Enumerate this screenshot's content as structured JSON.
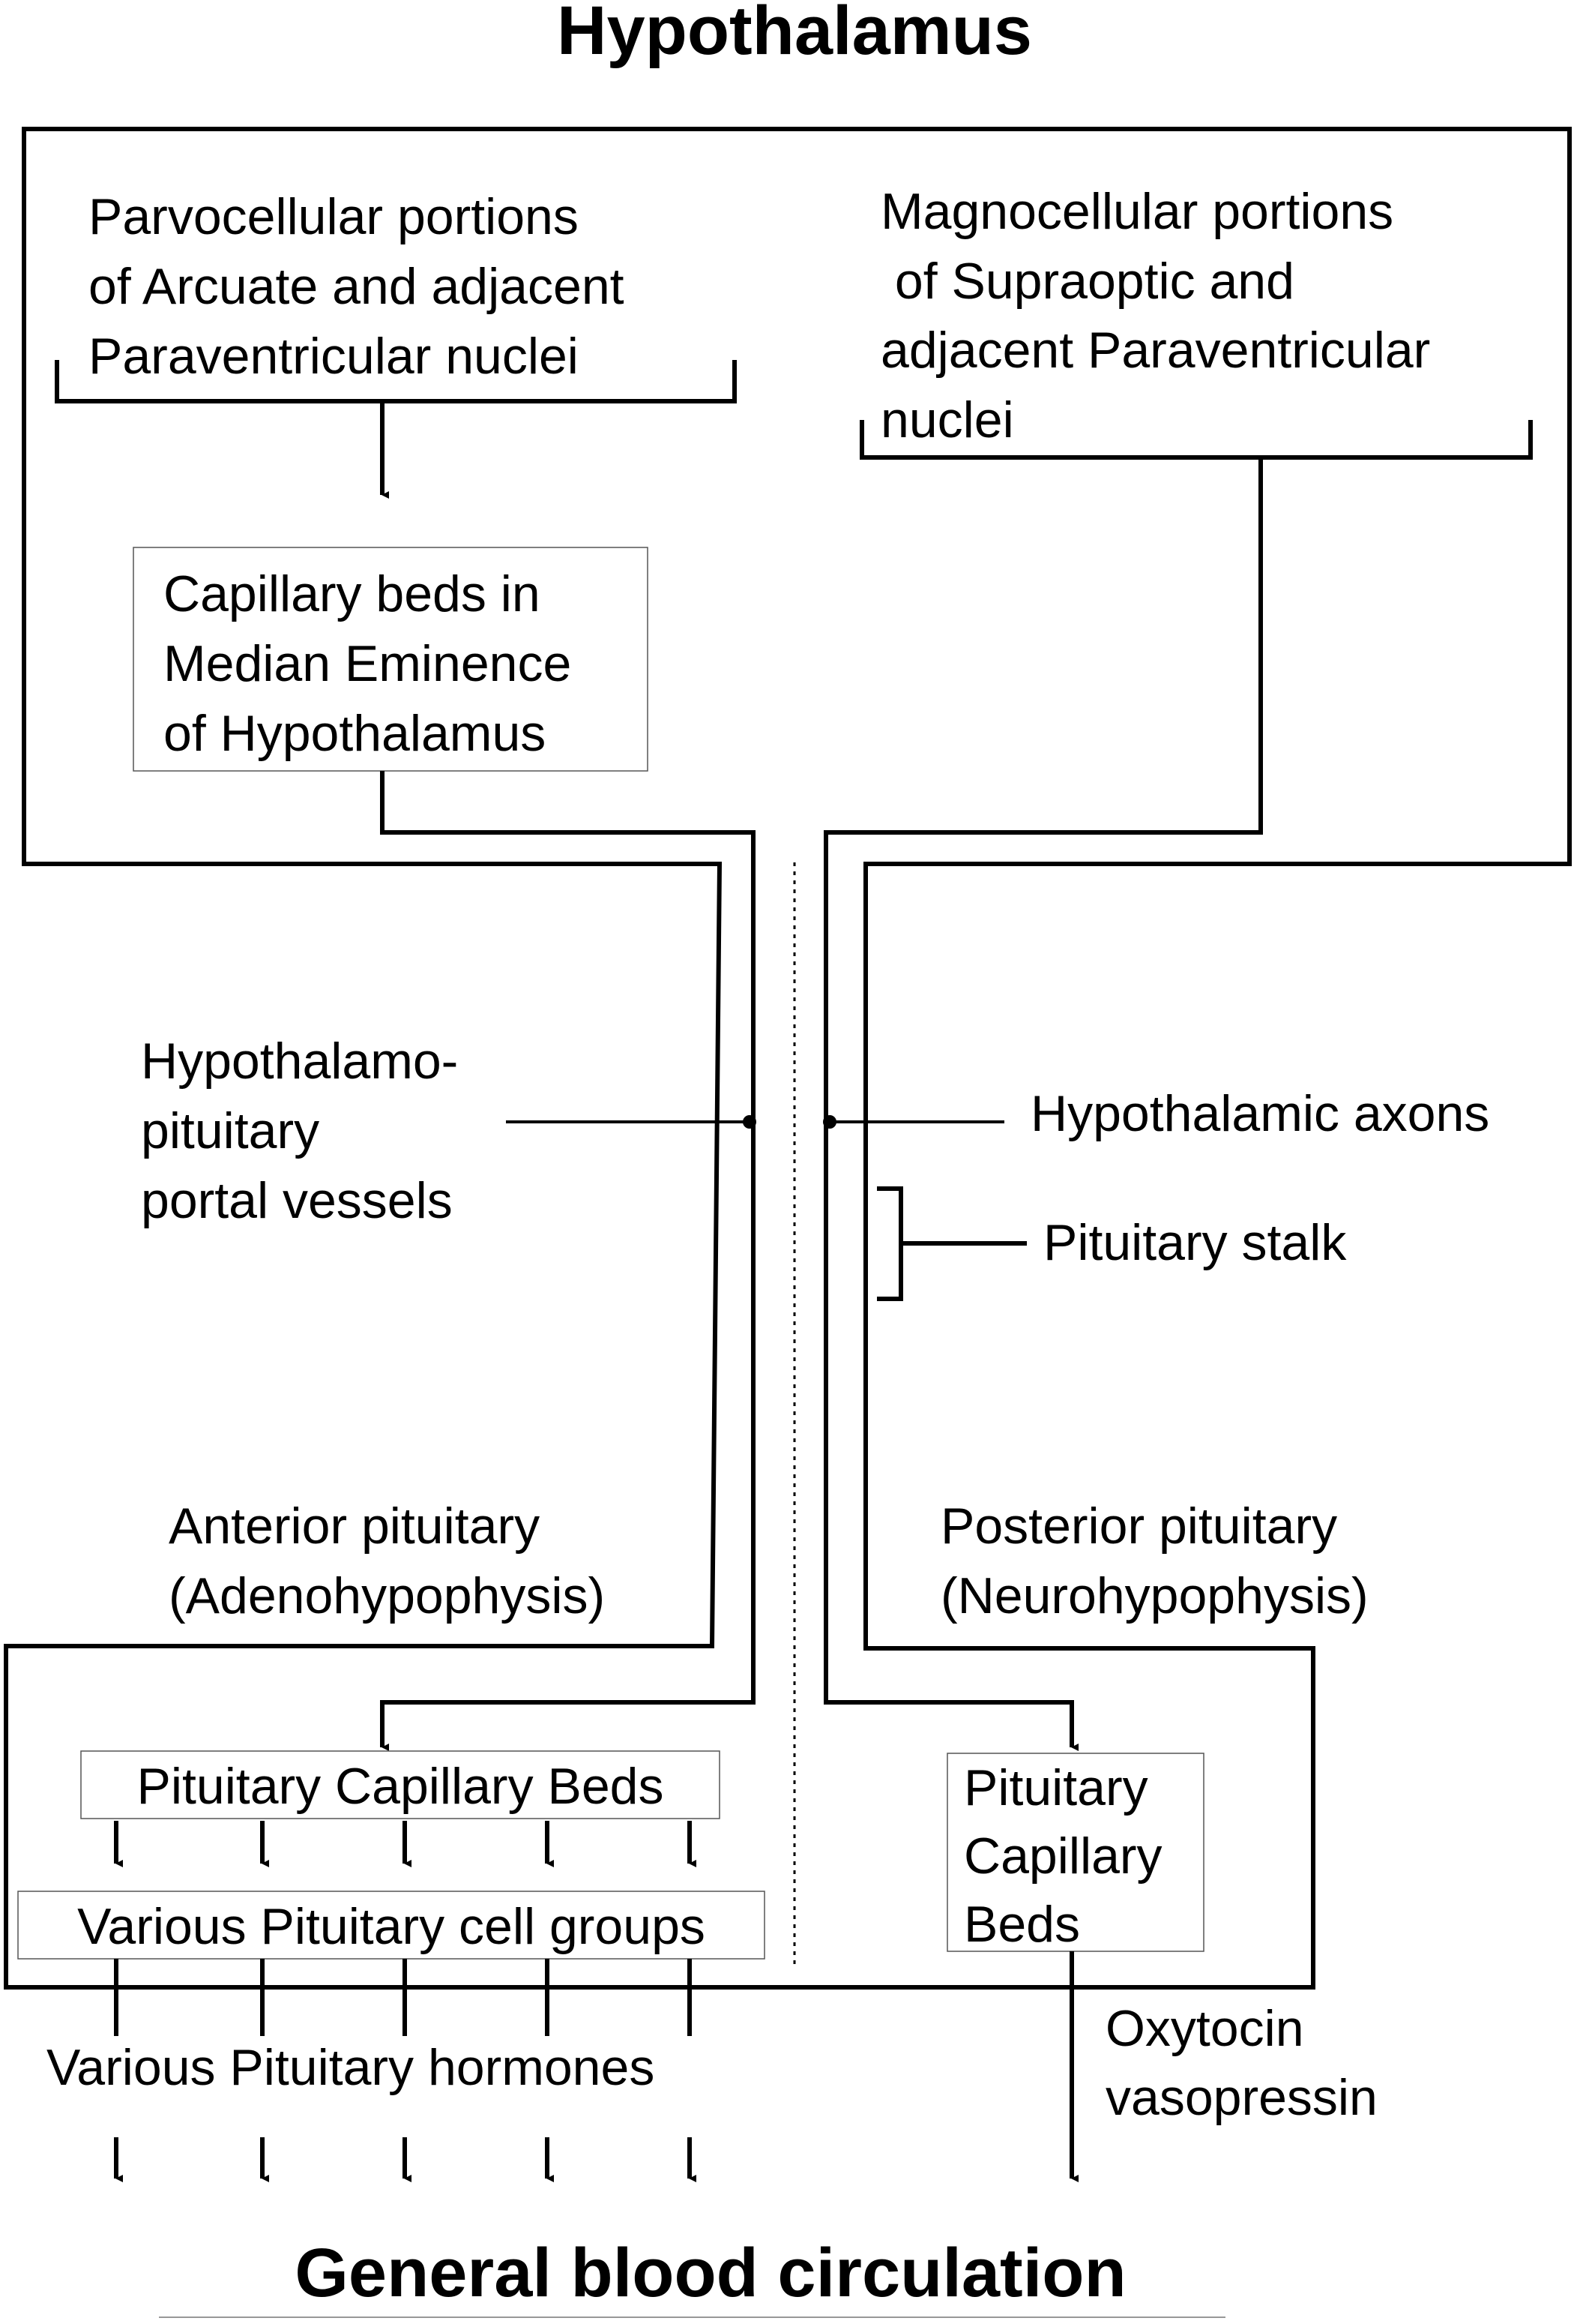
{
  "title": "Hypothalamus",
  "footer": "General blood circulation",
  "parvocellular": [
    "Parvocellular portions",
    "of Arcuate and adjacent",
    "Paraventricular nuclei"
  ],
  "magnocellular": [
    "Magnocellular portions",
    " of Supraoptic and",
    "adjacent Paraventricular",
    "nuclei"
  ],
  "median_eminence": [
    "Capillary beds in",
    "Median Eminence",
    "of Hypothalamus"
  ],
  "portal_vessels": [
    "Hypothalamo-",
    "pituitary",
    "portal vessels"
  ],
  "hypothalamic_axons": "Hypothalamic axons",
  "pituitary_stalk": "Pituitary stalk",
  "anterior_pituitary": [
    "Anterior pituitary",
    "(Adenohypophysis)"
  ],
  "posterior_pituitary": [
    "Posterior pituitary",
    "(Neurohypophysis)"
  ],
  "anterior_capillary_beds": "Pituitary Capillary Beds",
  "posterior_capillary_beds": [
    "Pituitary",
    "Capillary",
    "Beds"
  ],
  "cell_groups": "Various Pituitary cell groups",
  "hormones": "Various Pituitary hormones",
  "posterior_hormones": [
    "Oxytocin",
    "vasopressin"
  ]
}
